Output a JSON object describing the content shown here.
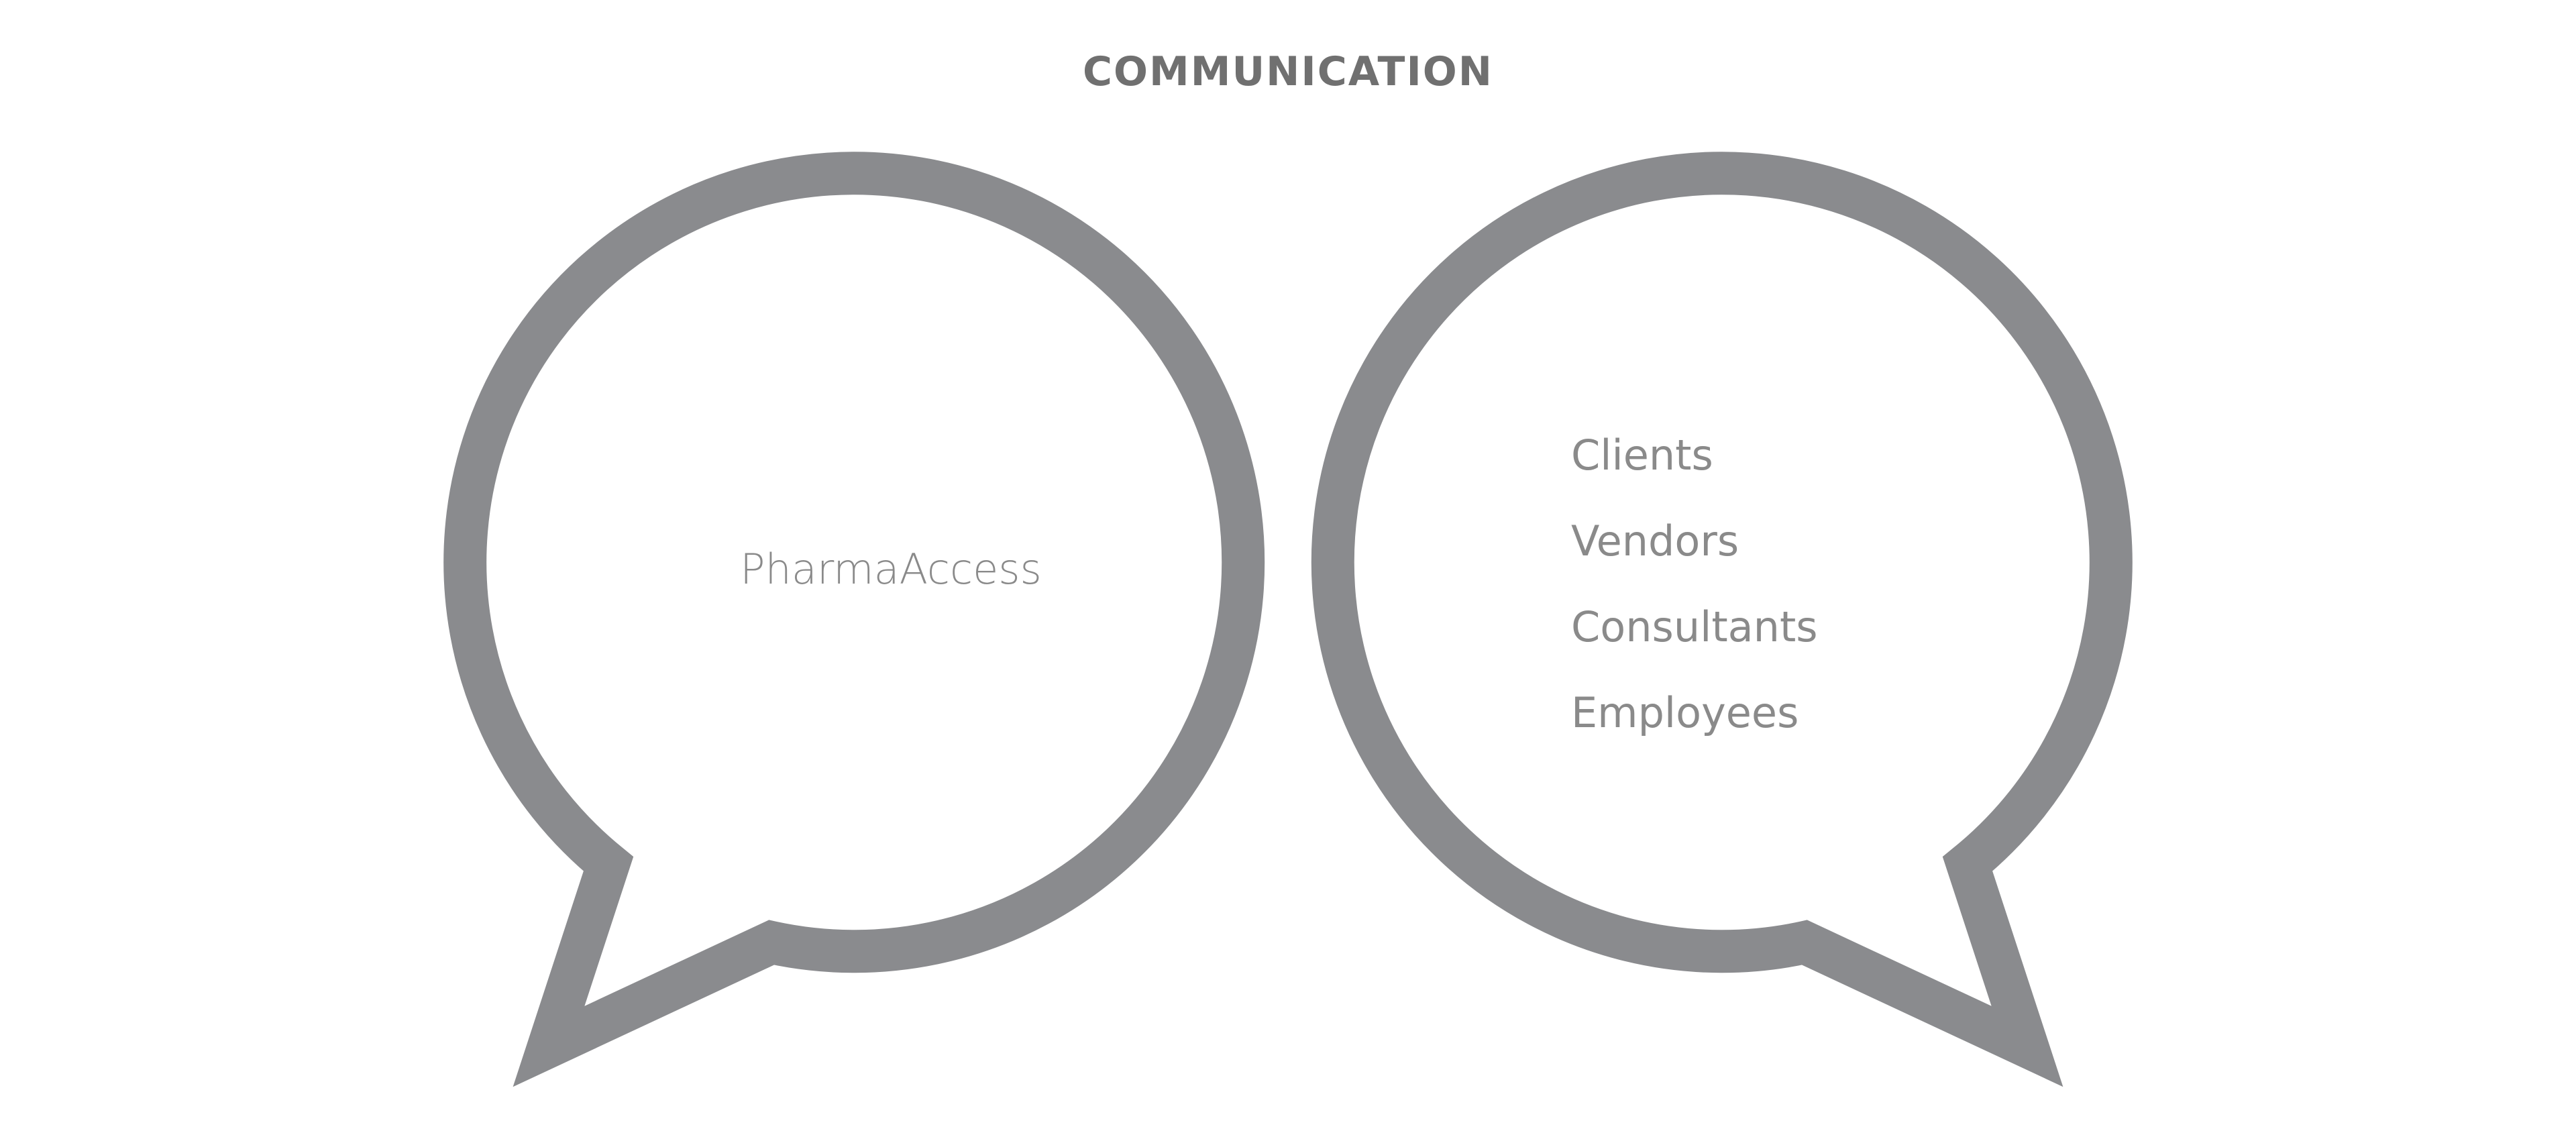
{
  "diagram": {
    "title": "COMMUNICATION",
    "stroke_color": "#8a8b8e",
    "text_color": "#8a8a8a",
    "left_bubble": {
      "label": "PharmaAccess"
    },
    "right_bubble": {
      "items": [
        {
          "label": "Clients"
        },
        {
          "label": "Vendors"
        },
        {
          "label": "Consultants"
        },
        {
          "label": "Employees"
        }
      ]
    }
  }
}
